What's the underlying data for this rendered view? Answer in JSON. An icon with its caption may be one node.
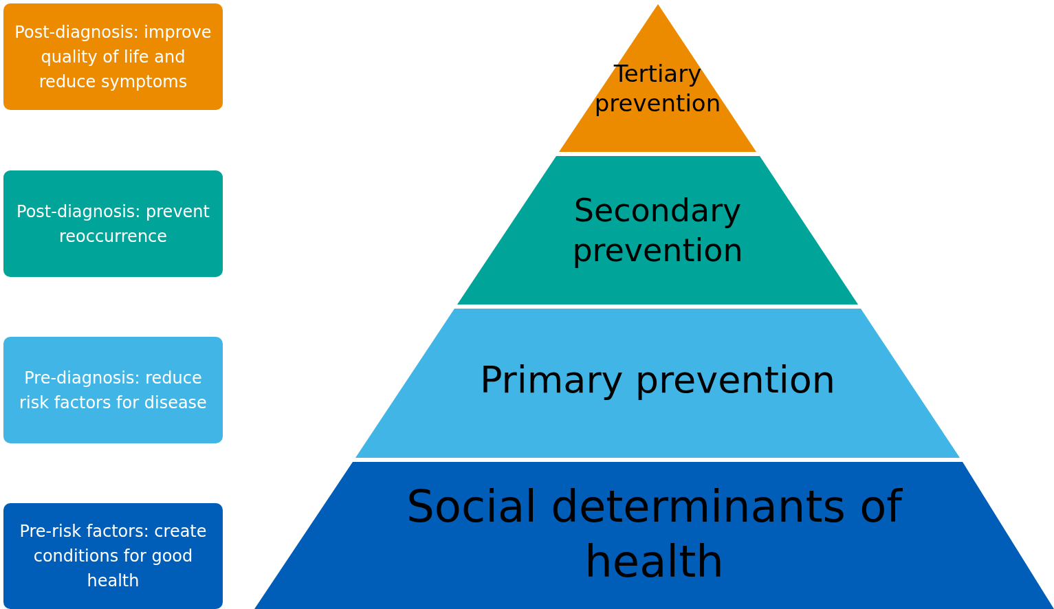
{
  "diagram": {
    "nodes": [
      {
        "text": [
          "Post-diagnosis: improve quality of life and reduce symptoms"
        ]
      },
      {
        "text": [
          "Post-diagnosis: prevent reoccurrence"
        ]
      },
      {
        "text": [
          "Pre-diagnosis: reduce risk factors for disease"
        ]
      },
      {
        "text": [
          "Pre-risk factors: create conditions for good health"
        ]
      },
      {
        "text": [
          "Tertiary prevention"
        ]
      },
      {
        "text": [
          "Secondary prevention"
        ]
      },
      {
        "text": [
          "Primary prevention"
        ]
      },
      {
        "text": [
          "Social determinants of health"
        ]
      }
    ]
  }
}
